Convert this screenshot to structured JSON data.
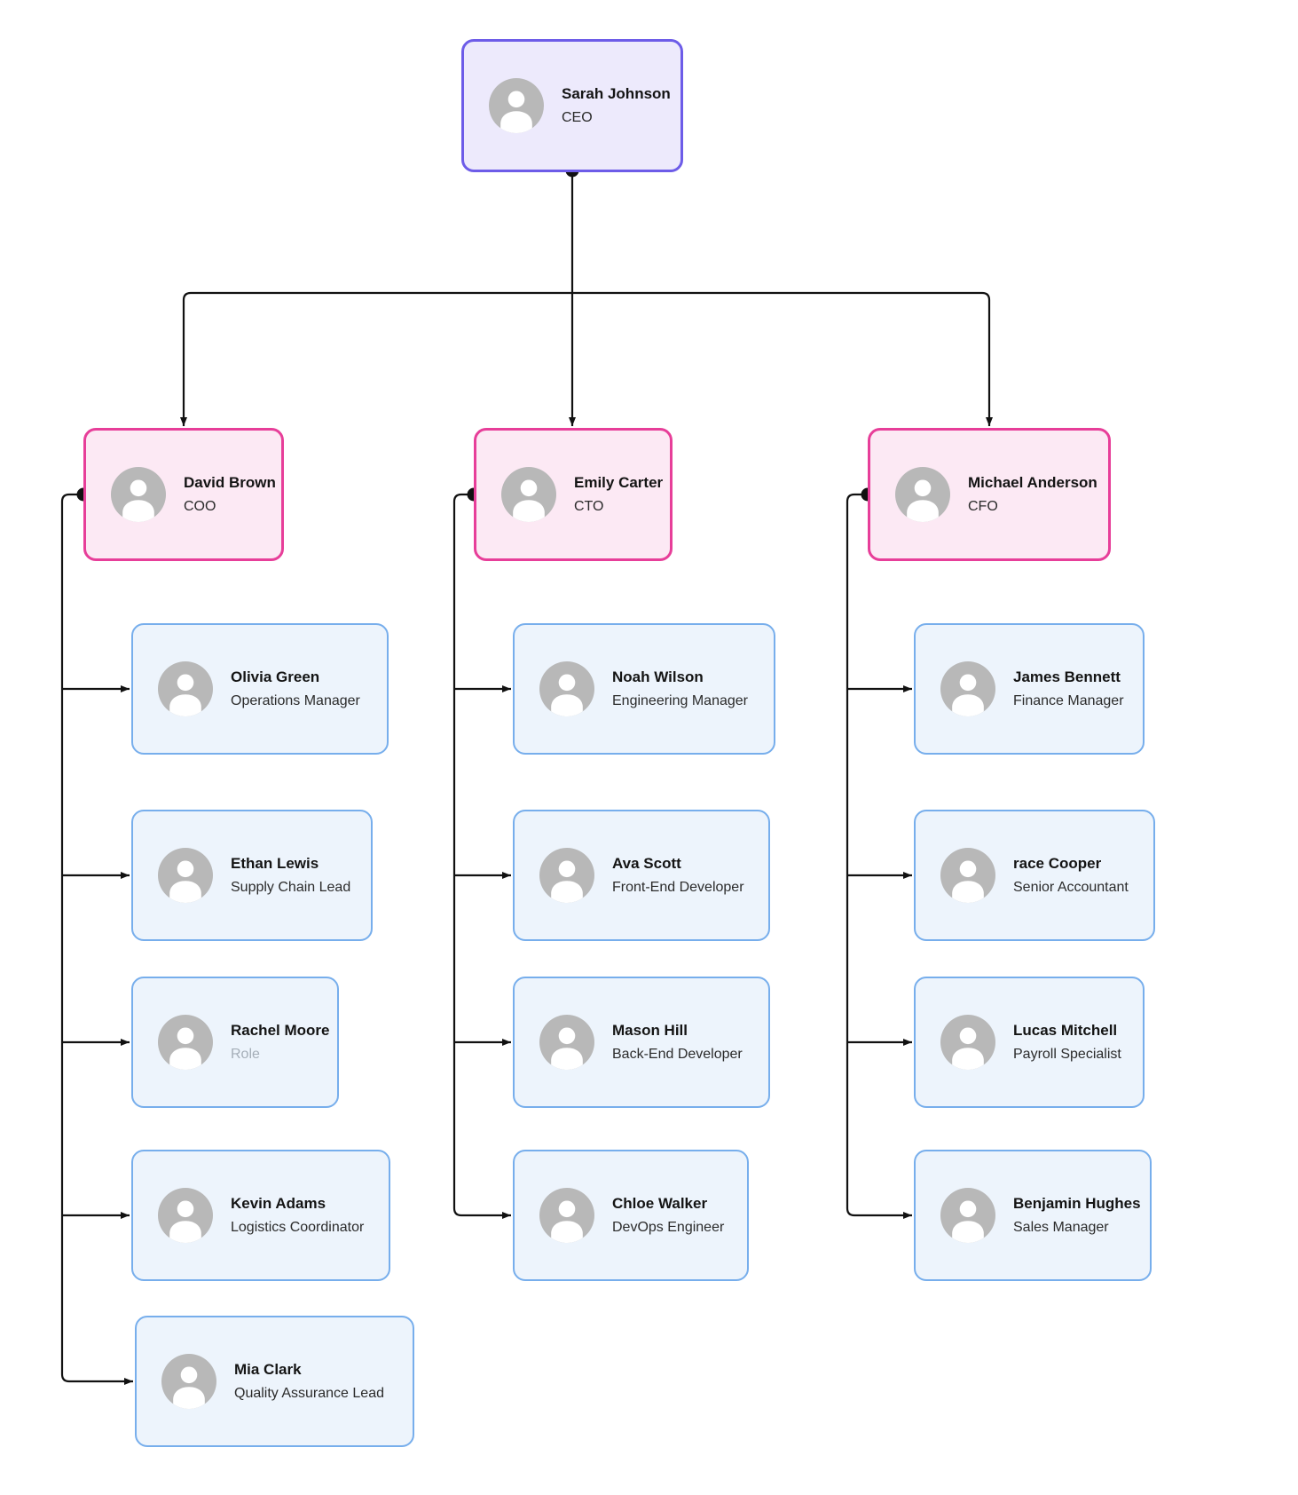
{
  "org": {
    "ceo": {
      "name": "Sarah Johnson",
      "title": "CEO"
    },
    "managers": [
      {
        "name": "David Brown",
        "title": "COO",
        "children": [
          {
            "name": "Olivia Green",
            "title": "Operations Manager"
          },
          {
            "name": "Ethan Lewis",
            "title": "Supply Chain Lead"
          },
          {
            "name": "Rachel Moore",
            "title": "Role"
          },
          {
            "name": "Kevin Adams",
            "title": "Logistics Coordinator"
          },
          {
            "name": "Mia Clark",
            "title": "Quality Assurance Lead"
          }
        ]
      },
      {
        "name": "Emily Carter",
        "title": "CTO",
        "children": [
          {
            "name": "Noah Wilson",
            "title": "Engineering Manager"
          },
          {
            "name": "Ava Scott",
            "title": "Front-End Developer"
          },
          {
            "name": "Mason Hill",
            "title": "Back-End Developer"
          },
          {
            "name": "Chloe Walker",
            "title": "DevOps Engineer"
          }
        ]
      },
      {
        "name": "Michael Anderson",
        "title": "CFO",
        "children": [
          {
            "name": "James Bennett",
            "title": "Finance Manager"
          },
          {
            "name": "race Cooper",
            "title": "Senior Accountant"
          },
          {
            "name": "Lucas Mitchell",
            "title": "Payroll Specialist"
          },
          {
            "name": "Benjamin Hughes",
            "title": "Sales Manager"
          }
        ]
      }
    ]
  },
  "colors": {
    "accent_purple": "#6d5ce8",
    "bg_purple": "#edeafc",
    "accent_pink": "#e73e99",
    "bg_pink": "#fce9f4",
    "accent_blue": "#77aeec",
    "bg_blue": "#edf4fc",
    "avatar_gray": "#b8b8b8",
    "line_black": "#111111",
    "text_name": "#141414",
    "text_title": "#2b2b2b",
    "text_placeholder": "#a5aeb8"
  }
}
